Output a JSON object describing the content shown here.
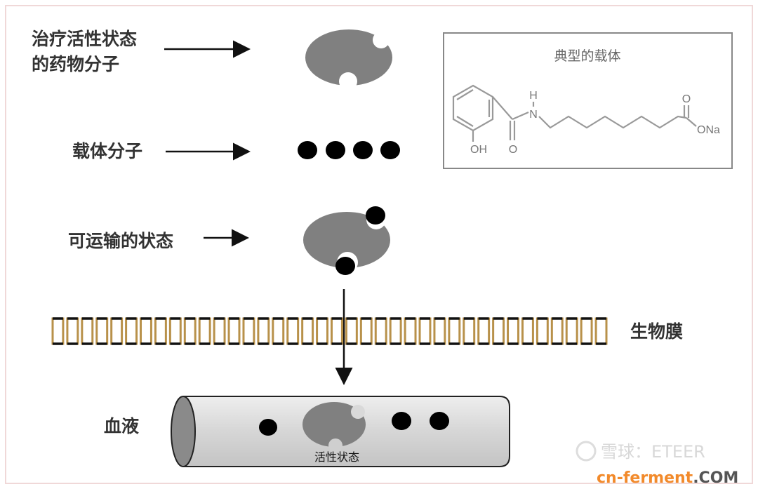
{
  "labels": {
    "drug_line1": "治疗活性状态",
    "drug_line2": "的药物分子",
    "carrier": "载体分子",
    "transport": "可运输的状态",
    "membrane": "生物膜",
    "blood": "血液",
    "active": "活性状态"
  },
  "chem_box": {
    "title": "典型的载体",
    "atoms": {
      "h": "H",
      "n": "N",
      "o_top": "O",
      "ona": "ONa",
      "oh": "OH",
      "o_bottom": "O"
    }
  },
  "watermark": {
    "text1": "雪球：ETEER",
    "text2": "cn-ferment",
    "text3": ".COM"
  },
  "colors": {
    "drug": "#808080",
    "carrier": "#000000",
    "membrane": "#b8914a",
    "tube": "#d9d9d9",
    "border": "#f0d8d8"
  },
  "membrane_units": 38
}
